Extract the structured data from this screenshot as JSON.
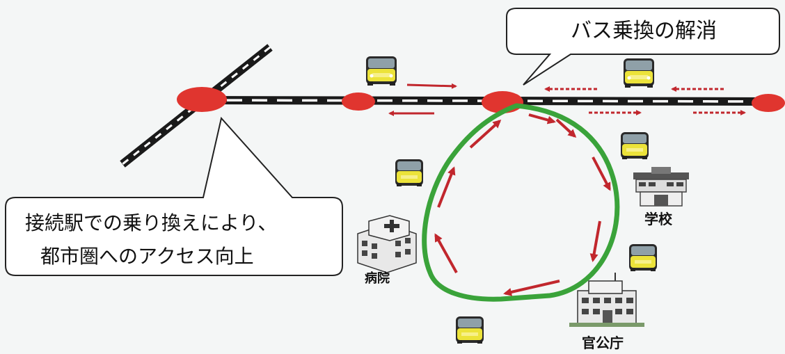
{
  "top_callout": {
    "text": "バス乗換の解消"
  },
  "bottom_callout": {
    "line1": "接続駅での乗り換えにより、",
    "line2": "都市圏へのアクセス向上"
  },
  "places": {
    "school": "学校",
    "hospital": "病院",
    "office": "官公庁"
  },
  "colors": {
    "station": "#e0352f",
    "arrow": "#c1272d",
    "loop": "#3aa33a",
    "rail": "#1a1a1a",
    "bus_body": "#ece33a"
  }
}
